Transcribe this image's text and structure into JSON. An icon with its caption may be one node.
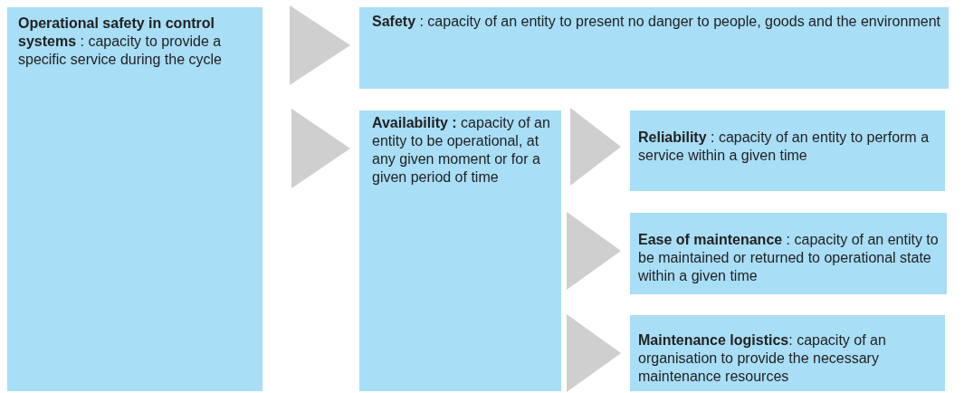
{
  "diagram": {
    "nodes": [
      {
        "text": [
          "**Operational safety in control systems** : capacity to provide a specific service during the cycle"
        ]
      },
      {
        "text": [
          "**Safety** : capacity of an entity to present no danger to people, goods and the environment"
        ]
      },
      {
        "text": [
          "**Availability :** capacity of an entity to be operational, at any given moment or for a given period of time"
        ]
      },
      {
        "text": [
          "**Reliability** : capacity of an entity to perform a service within a given time"
        ]
      },
      {
        "text": [
          "**Ease of maintenance** : capacity of an entity to be maintained or returned to operational state within a given time"
        ]
      },
      {
        "text": [
          "**Maintenance logistics**: capacity of an organisation to provide the necessary maintenance resources"
        ]
      }
    ],
    "edges": [
      {
        "from": 0,
        "to": 1,
        "arrow": "to"
      },
      {
        "from": 0,
        "to": 2,
        "arrow": "to"
      },
      {
        "from": 2,
        "to": 3,
        "arrow": "to"
      },
      {
        "from": 2,
        "to": 4,
        "arrow": "to"
      },
      {
        "from": 2,
        "to": 5,
        "arrow": "to"
      }
    ]
  }
}
